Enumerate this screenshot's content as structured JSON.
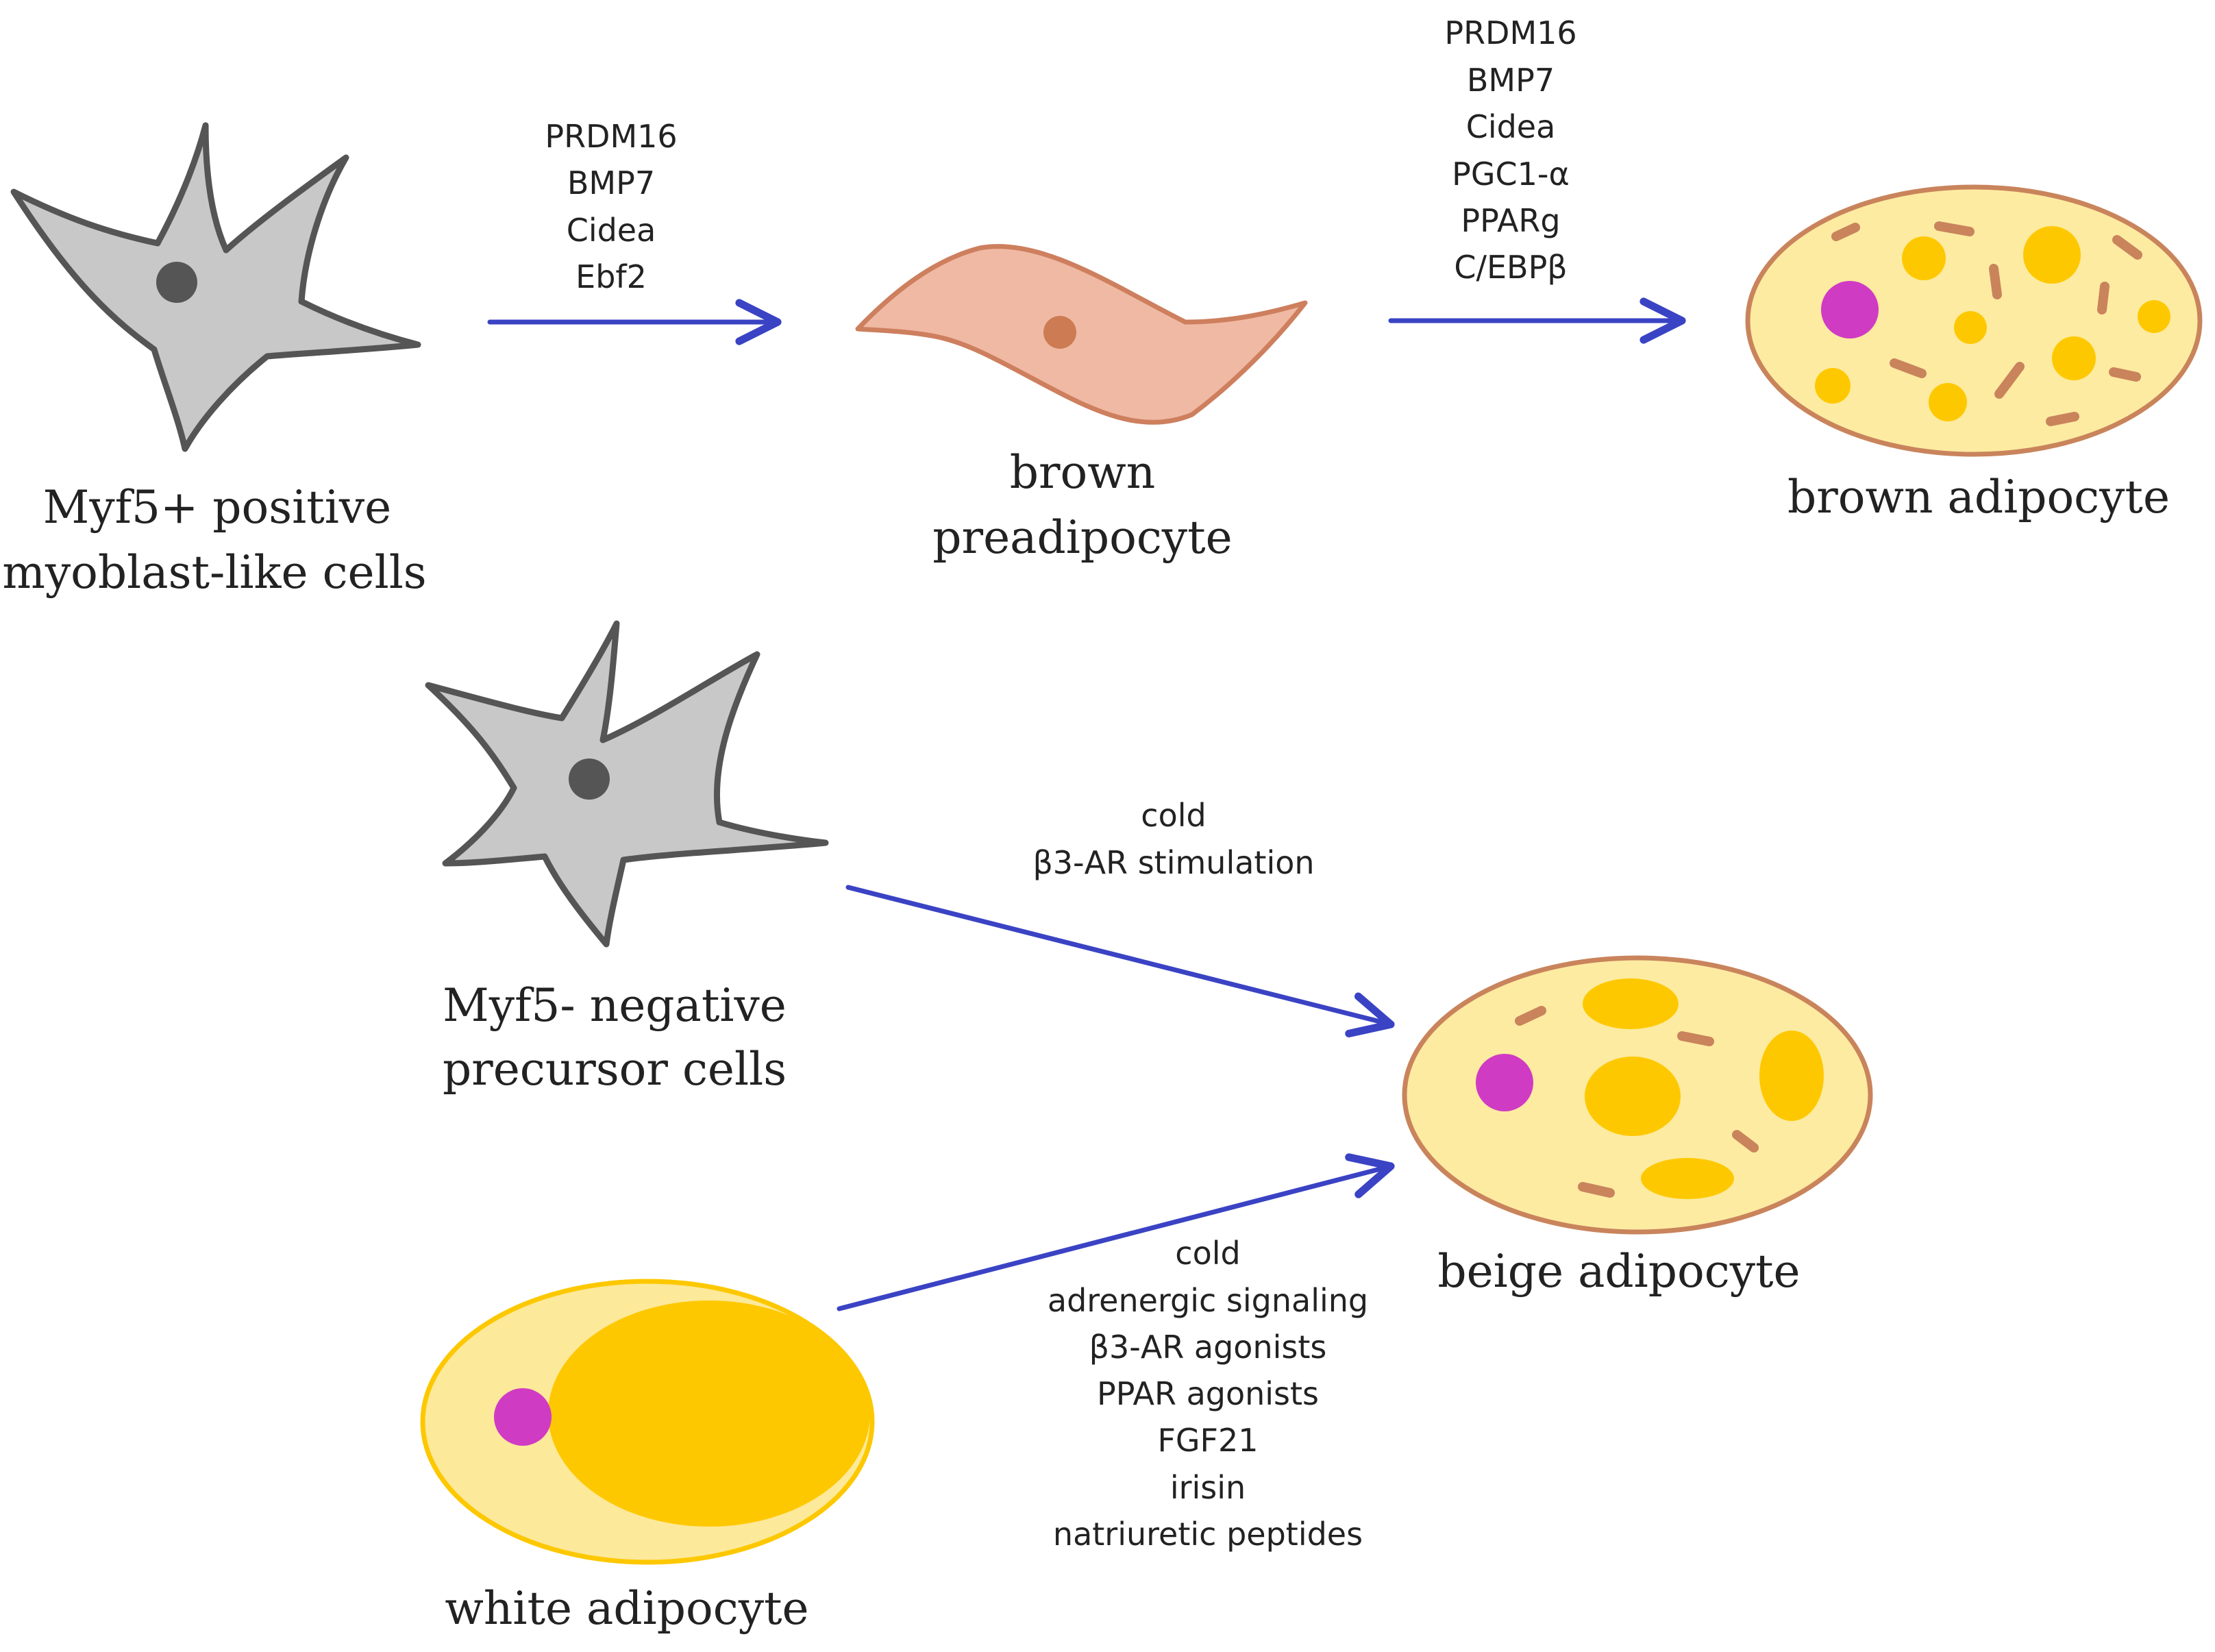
{
  "cells": {
    "myf5_pos": {
      "line1": "Myf5+ positive",
      "line2": "myoblast-like cells"
    },
    "brown_pre": {
      "line1": "brown",
      "line2": "preadipocyte"
    },
    "brown_adipocyte": {
      "label": "brown adipocyte"
    },
    "myf5_neg": {
      "line1": "Myf5- negative",
      "line2": "precursor cells"
    },
    "beige_adipocyte": {
      "label": "beige adipocyte"
    },
    "white_adipocyte": {
      "label": "white adipocyte"
    }
  },
  "factors": {
    "arrow1": [
      "PRDM16",
      "BMP7",
      "Cidea",
      "Ebf2"
    ],
    "arrow2": [
      "PRDM16",
      "BMP7",
      "Cidea",
      "PGC1-α",
      "PPARg",
      "C/EBPβ"
    ],
    "arrow3": [
      "cold",
      "β3-AR stimulation"
    ],
    "arrow4": [
      "cold",
      "adrenergic signaling",
      "β3-AR agonists",
      "PPAR agonists",
      "FGF21",
      "irisin",
      "natriuretic peptides"
    ]
  },
  "colors": {
    "arrow": "#3a43c4",
    "stellate_fill": "#c8c8c8",
    "stellate_stroke": "#555555",
    "stellate_nucleus": "#555555",
    "preadipocyte_fill": "#f0b9a3",
    "preadipocyte_stroke": "#cd7f5e",
    "preadipocyte_nucleus": "#cd7b53",
    "adipocyte_fill": "#fdeba1",
    "adipocyte_stroke": "#c9845c",
    "lipid_droplet": "#fec800",
    "mitochondria": "#c9845c",
    "nucleus_magenta": "#d03bc4",
    "white_outer_fill": "#fde99a",
    "white_stroke": "#fdc800"
  }
}
